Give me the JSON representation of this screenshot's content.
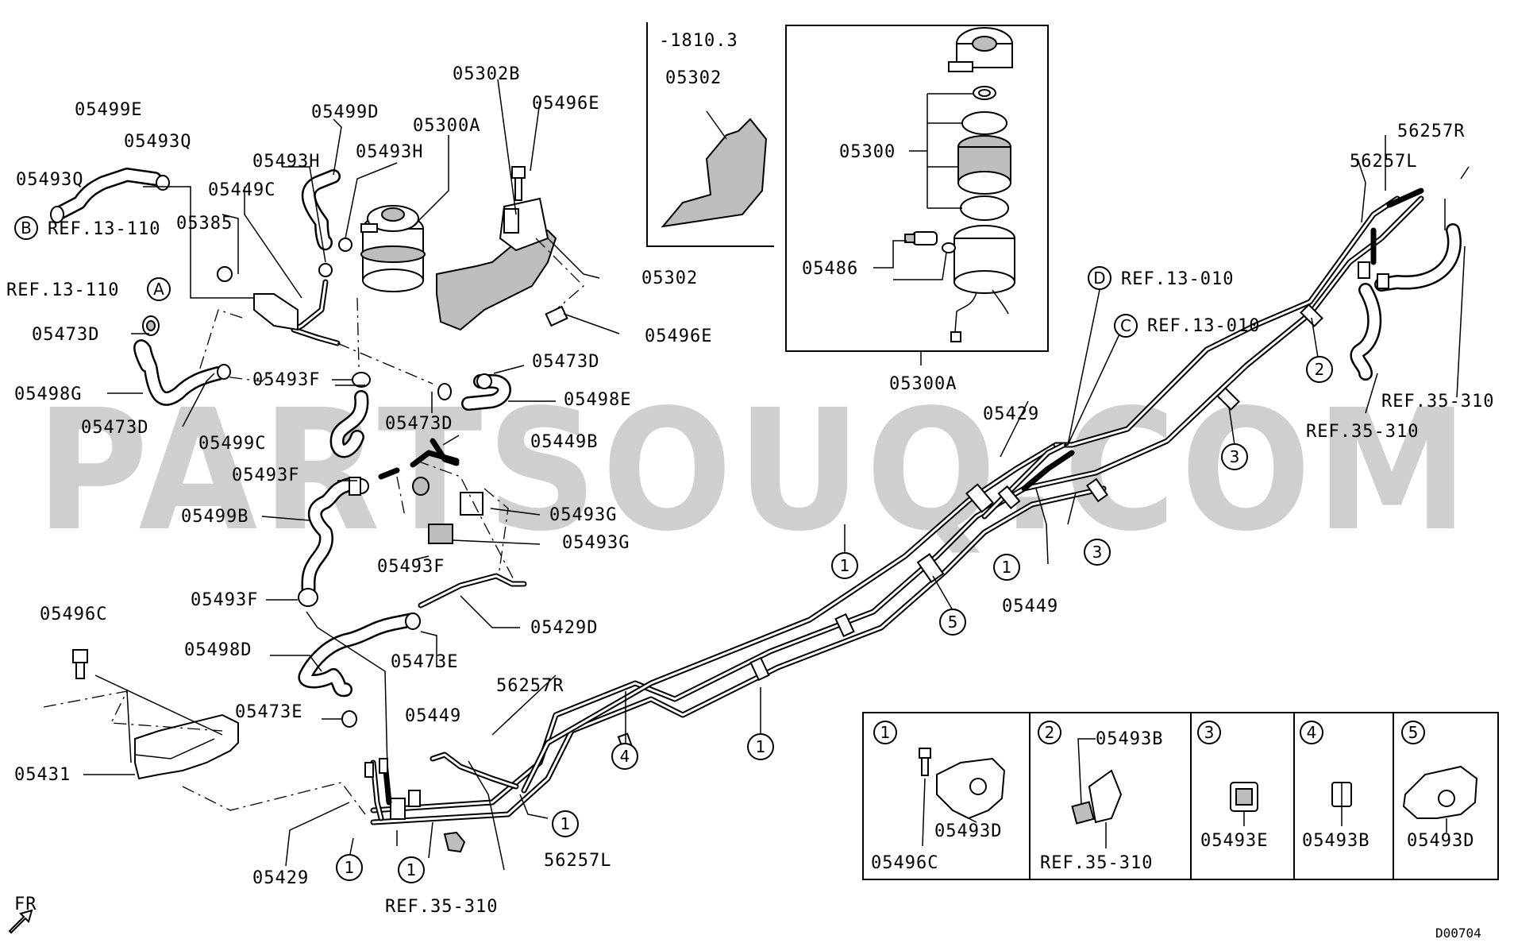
{
  "watermark": "PARTSOUQ.COM",
  "diagram_code": "D00704",
  "fr_label": "FR",
  "inset_header": "-1810.3",
  "labels": {
    "p05499E": "05499E",
    "p05493Q_a": "05493Q",
    "p05493Q_b": "05493Q",
    "ref_b": "REF.13-110",
    "ref_a": "REF.13-110",
    "p05385": "05385",
    "p05449C": "05449C",
    "p05493H_a": "05493H",
    "p05493H_b": "05493H",
    "p05499D": "05499D",
    "p05300A_top": "05300A",
    "p05302B": "05302B",
    "p05496E_top": "05496E",
    "p05302_inset": "05302",
    "p05302": "05302",
    "p05496E": "05496E",
    "p05300": "05300",
    "p05486": "05486",
    "p05300A": "05300A",
    "p05473D_a": "05473D",
    "p05498G": "05498G",
    "p05473D_b": "05473D",
    "p05493F_a": "05493F",
    "p05473D_c": "05473D",
    "p05498E": "05498E",
    "p05473D_d": "05473D",
    "p05499C": "05499C",
    "p05449B": "05449B",
    "p05493F_b": "05493F",
    "p05499B": "05499B",
    "p05493G_a": "05493G",
    "p05493G_b": "05493G",
    "p05493F_c": "05493F",
    "p05493F_d": "05493F",
    "p05429D": "05429D",
    "p05496C": "05496C",
    "p05498D": "05498D",
    "p05473E_a": "05473E",
    "p05473E_b": "05473E",
    "p05449": "05449",
    "p56257R_a": "56257R",
    "p05431": "05431",
    "p05429_a": "05429",
    "p56257L_a": "56257L",
    "ref_35_310_a": "REF.35-310",
    "ref_d": "REF.13-010",
    "ref_c": "REF.13-010",
    "p05429_b": "05429",
    "p05449_b": "05449",
    "p56257R_b": "56257R",
    "p56257L_b": "56257L",
    "ref_35_310_b": "REF.35-310",
    "ref_35_310_c": "REF.35-310"
  },
  "circle_letters": {
    "a": "A",
    "b": "B",
    "c": "C",
    "d": "D"
  },
  "callouts": [
    "1",
    "2",
    "3",
    "4",
    "5"
  ],
  "legend": [
    {
      "num": "1",
      "parts": [
        "05496C",
        "05493D"
      ]
    },
    {
      "num": "2",
      "parts": [
        "05493B",
        "REF.35-310"
      ]
    },
    {
      "num": "3",
      "parts": [
        "05493E"
      ]
    },
    {
      "num": "4",
      "parts": [
        "05493B"
      ]
    },
    {
      "num": "5",
      "parts": [
        "05493D"
      ]
    }
  ]
}
